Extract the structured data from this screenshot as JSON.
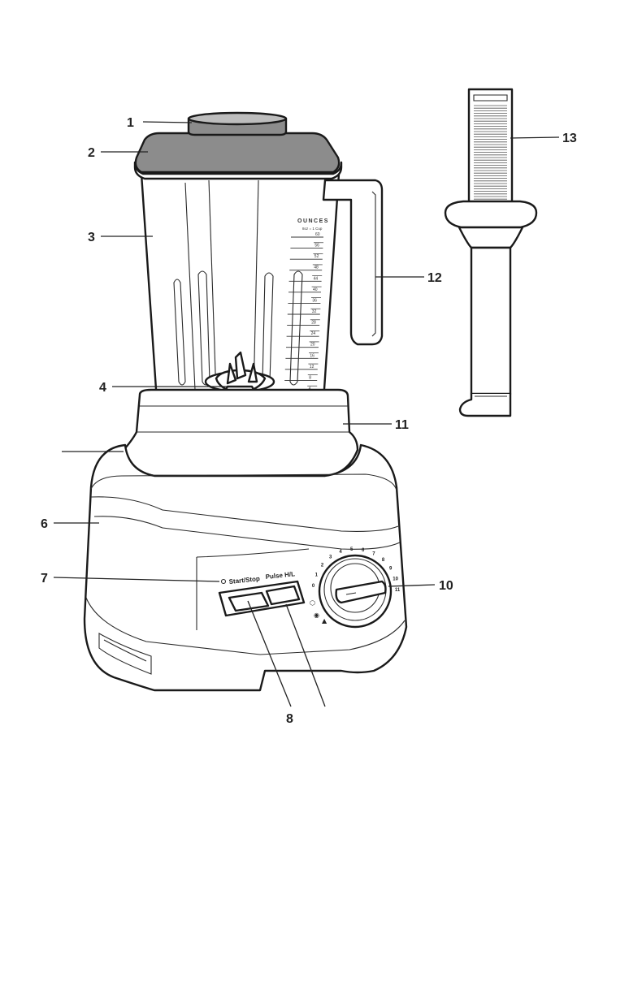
{
  "callouts": {
    "c1": "1",
    "c2": "2",
    "c3": "3",
    "c4": "4",
    "c6": "6",
    "c7": "7",
    "c8": "8",
    "c10": "10",
    "c11": "11",
    "c12": "12",
    "c13": "13"
  },
  "jar_scale": {
    "title": "OUNCES",
    "subtitle": "8oz = 1 Cup",
    "marks": [
      "60",
      "56",
      "52",
      "48",
      "44",
      "40",
      "36",
      "32",
      "28",
      "24",
      "20",
      "16",
      "12",
      "8",
      "4"
    ]
  },
  "control_panel": {
    "start_stop_label": "Start/Stop",
    "pulse_label": "Pulse H/L",
    "dial_numbers": [
      "0",
      "1",
      "2",
      "3",
      "4",
      "5",
      "6",
      "7",
      "8",
      "9",
      "10",
      "11"
    ]
  },
  "colors": {
    "lid_fill": "#8c8c8c",
    "outline": "#1a1a1a",
    "background": "#ffffff"
  }
}
